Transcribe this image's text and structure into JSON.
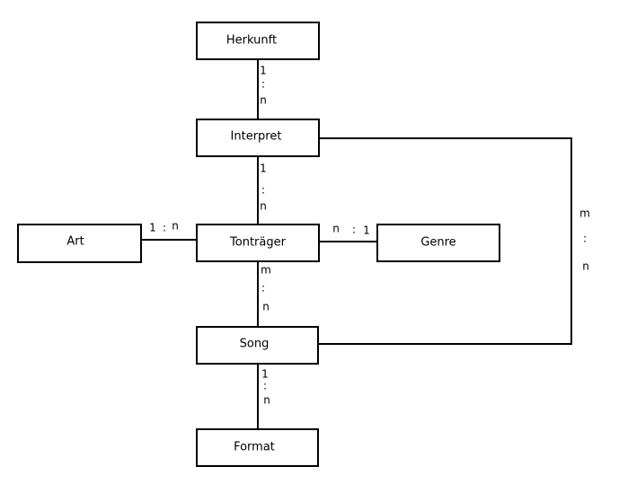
{
  "entities": {
    "herkunft": "Herkunft",
    "interpret": "Interpret",
    "art": "Art",
    "tontraeger": "Tonträger",
    "genre": "Genre",
    "song": "Song",
    "format": "Format"
  },
  "relations": {
    "herkunft_interpret": {
      "a": "1",
      "sep": ":",
      "b": "n"
    },
    "interpret_tontraeger": {
      "a": "1",
      "sep": ":",
      "b": "n"
    },
    "art_tontraeger": {
      "a": "1",
      "sep": ":",
      "b": "n"
    },
    "tontraeger_genre": {
      "a": "n",
      "sep": ":",
      "b": "1"
    },
    "tontraeger_song": {
      "a": "m",
      "sep": ":",
      "b": "n"
    },
    "interpret_song": {
      "a": "m",
      "sep": ":",
      "b": "n"
    },
    "song_format": {
      "a": "1",
      "sep": ":",
      "b": "n"
    }
  },
  "colors": {
    "stroke": "#000000",
    "background": "#ffffff"
  }
}
